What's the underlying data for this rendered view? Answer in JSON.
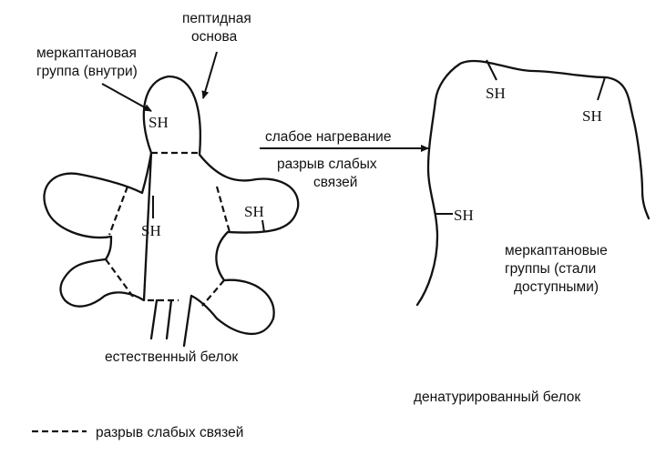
{
  "native_protein": {
    "label_backbone": [
      "пептидная",
      "основа"
    ],
    "label_mercaptan_inside": [
      "меркаптановая",
      "группа (внутри)"
    ],
    "sh_top": "SH",
    "sh_center": "SH",
    "sh_right": "SH",
    "caption": "естественный белок"
  },
  "process": {
    "line1": "слабое нагревание",
    "line2": "разрыв слабых",
    "line3": "связей"
  },
  "denatured_protein": {
    "sh_1": "SH",
    "sh_2": "SH",
    "sh_3": "SH",
    "label_mercaptan_available": [
      "меркаптановые",
      "группы (стали",
      "доступными)"
    ],
    "caption": "денатурированный белок"
  },
  "legend": {
    "label": "разрыв слабых связей"
  },
  "colors": {
    "ink": "#111111",
    "background": "#ffffff"
  }
}
